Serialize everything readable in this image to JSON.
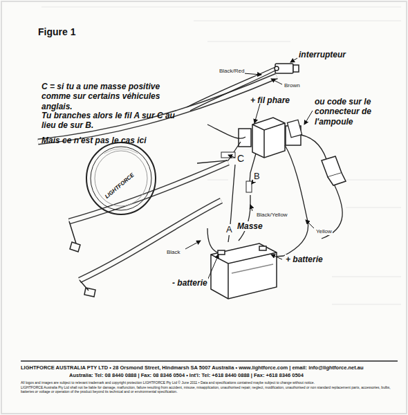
{
  "diagram": {
    "title": "Figure 1",
    "labels": [
      "C = si tu a une masse positive comme sur certains véhicules anglais.",
      "Tu branches alors le fil A sur C au lieu de sur B.",
      "Mais ce n'est pas le cas ici",
      "interrupteur",
      "Black/Red",
      "Brown",
      "+ fil phare",
      "ou code sur le connecteur de l'ampoule",
      "C",
      "B",
      "Black/Yellow",
      "A",
      "Masse",
      "Yellow",
      "+ batterie",
      "Black",
      "- batterie",
      "LIGHTFORCE",
      "LIGHTFORCE AUSTRALIA PTY LTD • 28 Orsmond Street, Hindmarsh SA 5007 Australia • www.lightforce.com | email: info@lightforce.net.au",
      "Australia: Tel: 08 8440 0888 | Fax: 08 8346 0504 • Int'l: Tel: +618 8440 0888 | Fax: +618 8346 0504",
      "All logos and images are subject to relevant trademark and copyright protection LIGHTFORCE Pty Ltd © June 2011 • Data and specifications contained maybe subject to change without notice.",
      "LIGHTFORCE Australia Pty Ltd shall not be liable for damage, malfunction, failure resulting from accident, misuse, misapplication, unauthorised repair, neglect, modification, unauthorised or non standard replacement parts, accessories, bulbs, batteries or voltage or operation of the product beyond its technical and or environmental specification."
    ]
  }
}
